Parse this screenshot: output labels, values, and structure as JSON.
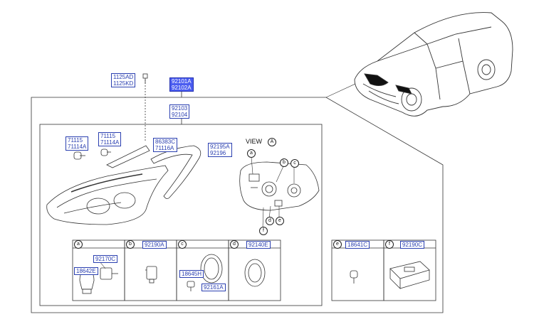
{
  "labels": {
    "bolt": [
      "1125AD",
      "1125KD"
    ],
    "assembly": [
      "92101A",
      "92102A"
    ],
    "housing": [
      "92103",
      "92104"
    ],
    "lamp1": [
      "71115",
      "71114A"
    ],
    "lamp2": [
      "71115",
      "71114A"
    ],
    "garnish": [
      "86383C",
      "71116A"
    ],
    "seal": [
      "92195A",
      "92196"
    ]
  },
  "view": {
    "text": "VIEW",
    "marker": "A"
  },
  "view_markers": [
    "a",
    "b",
    "c",
    "d",
    "e",
    "f"
  ],
  "cells": [
    {
      "letter": "a",
      "parts": [
        "92170C",
        "18642E"
      ]
    },
    {
      "letter": "b",
      "parts": [
        "92190A"
      ]
    },
    {
      "letter": "c",
      "parts": [
        "18645H",
        "92161A"
      ]
    },
    {
      "letter": "d",
      "parts": [
        "92140E"
      ]
    },
    {
      "letter": "e",
      "parts": [
        "18641C"
      ]
    },
    {
      "letter": "f",
      "parts": [
        "92190C"
      ]
    }
  ],
  "colors": {
    "label": "#2a3fb0",
    "highlight": "#4a5cf0",
    "line": "#333333"
  }
}
